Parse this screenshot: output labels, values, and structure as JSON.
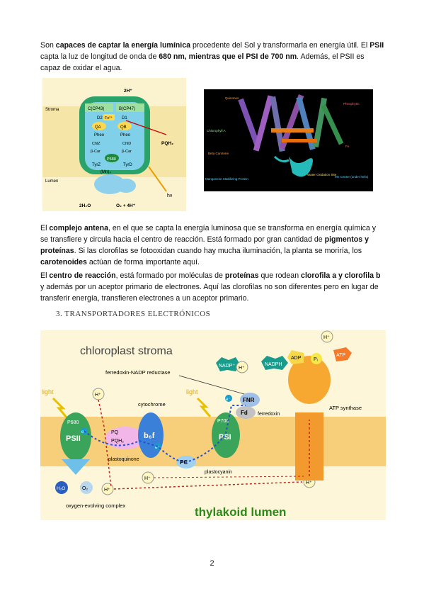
{
  "p1": {
    "a": "Son ",
    "b": "capaces de captar la energía lumínica",
    "c": " procedente del Sol y transformarla en energía útil. El ",
    "d": "PSII",
    "e": " capta la luz de longitud de onda de ",
    "f": "680 nm, mientras que el PSI de 700 nm",
    "g": ". Además, el PSII es capaz de oxidar el agua."
  },
  "fig1": {
    "h2": "2H⁺",
    "cp43": "C(CP43)",
    "cp47": "B(CP47)",
    "d2": "D2",
    "d1": "D1",
    "fe": "Fe²⁺",
    "qa": "QA",
    "qb": "QB",
    "stroma": "Stroma",
    "lumen": "Lumen",
    "pheo1": "Pheo",
    "pheo2": "Pheo",
    "chlz1": "ChlZ",
    "chlz2": "ChlD",
    "bcar1": "β-Car",
    "bcar2": "β-Car",
    "p680": "P680",
    "tyrz": "TyrZ",
    "tyrd": "TyrD",
    "mn": "(Mn)₄",
    "pqh2": "PQH₂",
    "hv": "hν",
    "water": "2H₂O",
    "o2": "O₂ + 4H⁺"
  },
  "fig2": {
    "quinones": "Quinones",
    "pheophytin": "Pheophytin",
    "chla": "Chlorophyll A",
    "bcarotene": "Beta Carotene",
    "fe": "Fe",
    "msp": "Manganese Stabilizing Protein",
    "wos": "Water Oxidation Site",
    "mn": "Mn Center (under helix)"
  },
  "p2": {
    "a": "El ",
    "b": "complejo antena",
    "c": ", en el que se capta la energía luminosa que se transforma en energía química y se transfiere y circula hacia el centro de reacción. Está formado por gran cantidad de ",
    "d": "pigmentos y proteínas",
    "e": ". Si las clorofilas se fotooxidan cuando hay mucha iluminación, la planta se moriría, los ",
    "f": "carotenoides",
    "g": " actúan de forma importante aquí."
  },
  "p3": {
    "a": "El ",
    "b": "centro de reacción",
    "c": ", está formado por moléculas de ",
    "d": "proteínas",
    "e": " que rodean ",
    "f": "clorofila a y clorofila b",
    "g": " y además por un aceptor primario de electrones. Aquí las clorofilas no son diferentes pero en lugar de transferir energía, transfieren electrones a un aceptor primario."
  },
  "heading": "3.   TRANSPORTADORES ELECTRÓNICOS",
  "fig3": {
    "stroma": "chloroplast stroma",
    "lumen": "thylakoid lumen",
    "fnr_label": "ferredoxin-NADP reductase",
    "nadp": "NADP⁺",
    "nadph": "NADPH",
    "h": "H⁺",
    "adp": "ADP",
    "pi": "Pᵢ",
    "atp": "ATP",
    "light1": "light",
    "light2": "light",
    "cytochrome": "cytochrome",
    "fnr": "FNR",
    "fd": "Fd",
    "ferredoxin": "ferredoxin",
    "p680": "P680",
    "psii": "PSII",
    "p700": "P700",
    "psi": "PSI",
    "pq": "PQ",
    "pqh2": "PQH₂",
    "b6f": "b₆f",
    "e": "e⁻",
    "plastoquinone": "plastoquinone",
    "pc": "PC",
    "plastocyanin": "plastocyanin",
    "atp_synthase": "ATP synthase",
    "h2o": "H₂O",
    "o2": "O₂",
    "oec": "oxygen-evolving complex"
  },
  "page_number": "2"
}
